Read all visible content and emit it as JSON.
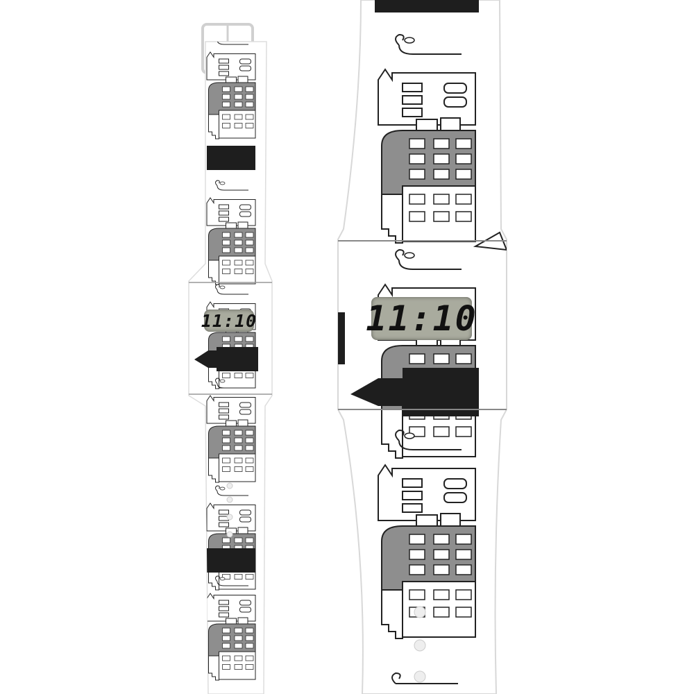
{
  "watches": [
    {
      "name": "small-watch",
      "display_time": "11:10"
    },
    {
      "name": "large-watch",
      "display_time": "11:10"
    }
  ],
  "colors": {
    "band": "#ffffff",
    "house_gray": "#8e8e8e",
    "house_black": "#1e1e1e",
    "lcd": "#a9ab9e",
    "outline": "#222222"
  }
}
